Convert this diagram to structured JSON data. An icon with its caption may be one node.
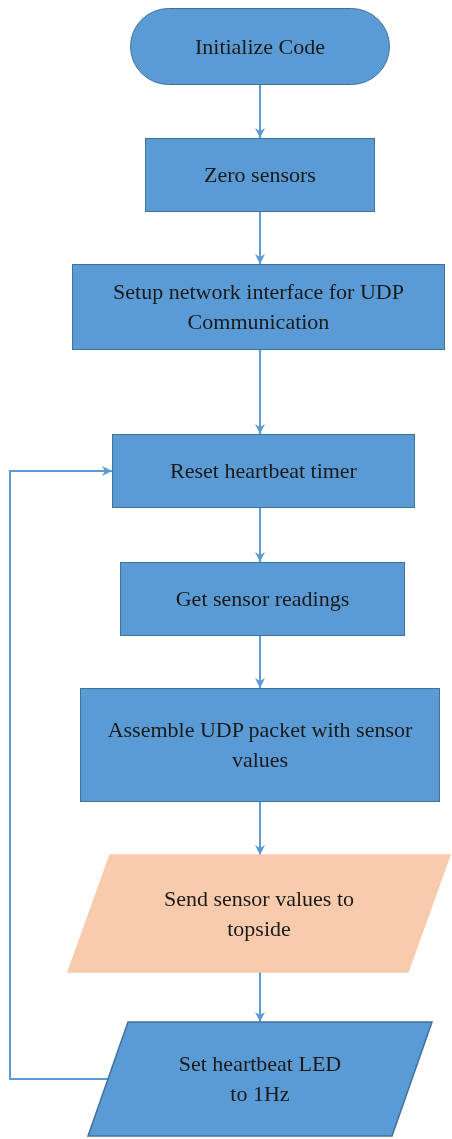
{
  "diagram": {
    "nodes": [
      {
        "text": [
          "Initialize Code"
        ]
      },
      {
        "text": [
          "Zero sensors"
        ]
      },
      {
        "text": [
          "Setup network interface for UDP Communication"
        ]
      },
      {
        "text": [
          "Reset heartbeat timer"
        ]
      },
      {
        "text": [
          "Get sensor readings"
        ]
      },
      {
        "text": [
          "Assemble UDP packet with sensor values"
        ]
      },
      {
        "text": [
          "Send sensor values to topside"
        ]
      },
      {
        "text": [
          "Set heartbeat LED to 1Hz"
        ]
      }
    ],
    "edges": [
      {
        "from": 0,
        "to": 1,
        "arrow": "to"
      },
      {
        "from": 1,
        "to": 2,
        "arrow": "to"
      },
      {
        "from": 2,
        "to": 3,
        "arrow": "to"
      },
      {
        "from": 3,
        "to": 4,
        "arrow": "to"
      },
      {
        "from": 4,
        "to": 5,
        "arrow": "to"
      },
      {
        "from": 5,
        "to": 6,
        "arrow": "to"
      },
      {
        "from": 6,
        "to": 7,
        "arrow": "to"
      },
      {
        "from": 7,
        "to": 3,
        "arrow": "to"
      }
    ]
  }
}
